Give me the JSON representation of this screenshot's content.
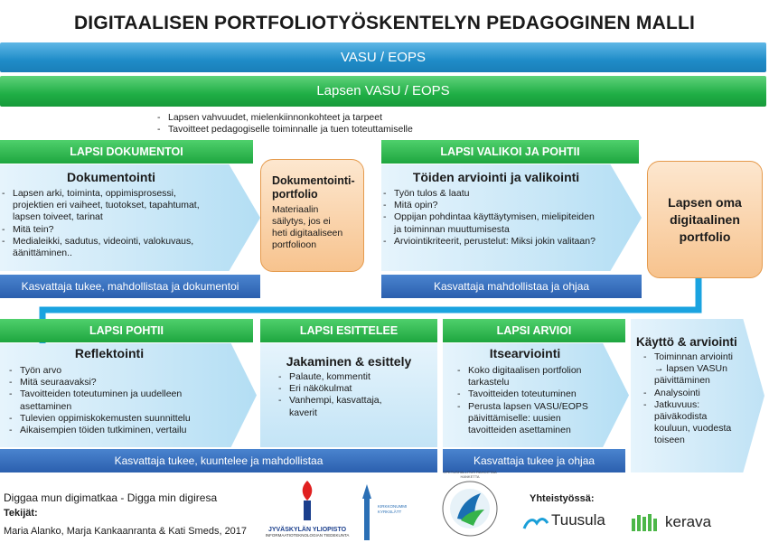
{
  "title": "DIGITAALISEN PORTFOLIOTYÖSKENTELYN PEDAGOGINEN MALLI",
  "bar_blue": "VASU / EOPS",
  "bar_green": "Lapsen VASU / EOPS",
  "intro": [
    "Lapsen vahvuudet, mielenkiinnonkohteet ja tarpeet",
    "Tavoitteet pedagogiselle toiminnalle ja tuen toteuttamiselle"
  ],
  "s1": {
    "head": "LAPSI DOKUMENTOI",
    "title": "Dokumentointi",
    "items": [
      "Lapsen arki, toiminta, oppimisprosessi, projektien eri vaiheet, tuotokset, tapahtumat, lapsen toiveet, tarinat",
      "Mitä tein?",
      "Medialeikki, sadutus, videointi, valokuvaus, äänittäminen.."
    ],
    "foot": "Kasvattaja tukee, mahdollistaa ja dokumentoi"
  },
  "doc_portfolio": {
    "title": "Dokumentointi-portfolio",
    "text": "Materiaalin säilytys, jos ei heti digitaaliseen portfolioon"
  },
  "s2": {
    "head": "LAPSI VALIKOI JA POHTII",
    "title": "Töiden arviointi ja valikointi",
    "items": [
      "Työn tulos & laatu",
      "Mitä opin?",
      "Oppijan pohdintaa käyttäytymisen, mielipiteiden ja toiminnan muuttumisesta",
      "Arviointikriteerit, perustelut: Miksi jokin valitaan?"
    ],
    "foot": "Kasvattaja mahdollistaa ja ohjaa"
  },
  "own_portfolio": "Lapsen oma digitaalinen portfolio",
  "s3": {
    "head": "LAPSI POHTII",
    "title": "Reflektointi",
    "items": [
      "Työn arvo",
      "Mitä seuraavaksi?",
      "Tavoitteiden toteutuminen ja uudelleen asettaminen",
      "Tulevien oppimiskokemusten suunnittelu",
      "Aikaisempien töiden tutkiminen, vertailu"
    ]
  },
  "s4": {
    "head": "LAPSI ESITTELEE",
    "title": "Jakaminen & esittely",
    "items": [
      "Palaute, kommentit",
      "Eri näkökulmat",
      "Vanhempi, kasvattaja, kaverit"
    ]
  },
  "foot_34": "Kasvattaja tukee, kuuntelee ja mahdollistaa",
  "s5": {
    "head": "LAPSI ARVIOI",
    "title": "Itsearviointi",
    "items": [
      "Koko digitaalisen portfolion tarkastelu",
      "Tavoitteiden toteutuminen",
      "Perusta lapsen VASU/EOPS päivittämiselle: uusien tavoitteiden asettaminen"
    ],
    "foot": "Kasvattaja tukee ja ohjaa"
  },
  "s6": {
    "title": "Käyttö & arviointi",
    "items": [
      "Toiminnan arviointi → lapsen VASUn päivittäminen",
      "Analysointi",
      "Jatkuvuus: päiväkodista kouluun, vuodesta toiseen"
    ]
  },
  "footer": {
    "project": "Diggaa mun digimatkaa - Digga min digiresa",
    "authors_label": "Tekijät:",
    "authors": "Maria Alanko, Marja Kankaanranta & Kati Smeds, 2017",
    "jyu": "JYVÄSKYLÄN YLIOPISTO",
    "jyu_sub": "INFORMAATIOTEKNOLOGIAN TIEDEKUNTA",
    "kirkko": "KIRKKONUMMI KYRKSLÄTT",
    "oph_ring": "OPETUSHALLITUS RAHOITTAA HANKETTA",
    "cooperation": "Yhteistyössä:",
    "tuusula": "Tuusula",
    "kerava": "kerava"
  },
  "colors": {
    "blue_bar": "#1f8cc8",
    "green": "#1ea63f",
    "blue_foot": "#2b5fae",
    "orange": "#f7c38e",
    "connector": "#1aa3e0"
  }
}
